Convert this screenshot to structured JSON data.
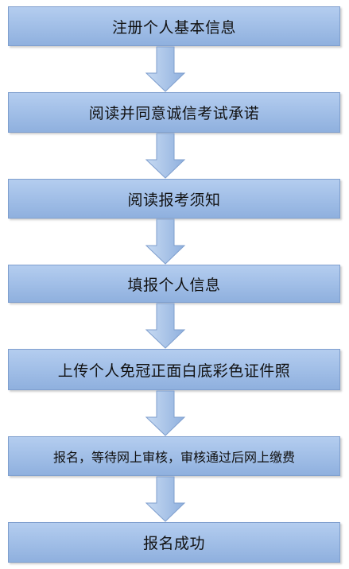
{
  "flowchart": {
    "steps": [
      {
        "label": "注册个人基本信息"
      },
      {
        "label": "阅读并同意诚信考试承诺"
      },
      {
        "label": "阅读报考须知"
      },
      {
        "label": "填报个人信息"
      },
      {
        "label": "上传个人免冠正面白底彩色证件照"
      },
      {
        "label": "报名，等待网上审核，审核通过后网上缴费"
      },
      {
        "label": "报名成功"
      }
    ],
    "colors": {
      "box_fill": "#a3c0e8",
      "box_border": "#7f9fce",
      "arrow_fill": "#a7c3e6",
      "arrow_border": "#7f9fce"
    }
  }
}
